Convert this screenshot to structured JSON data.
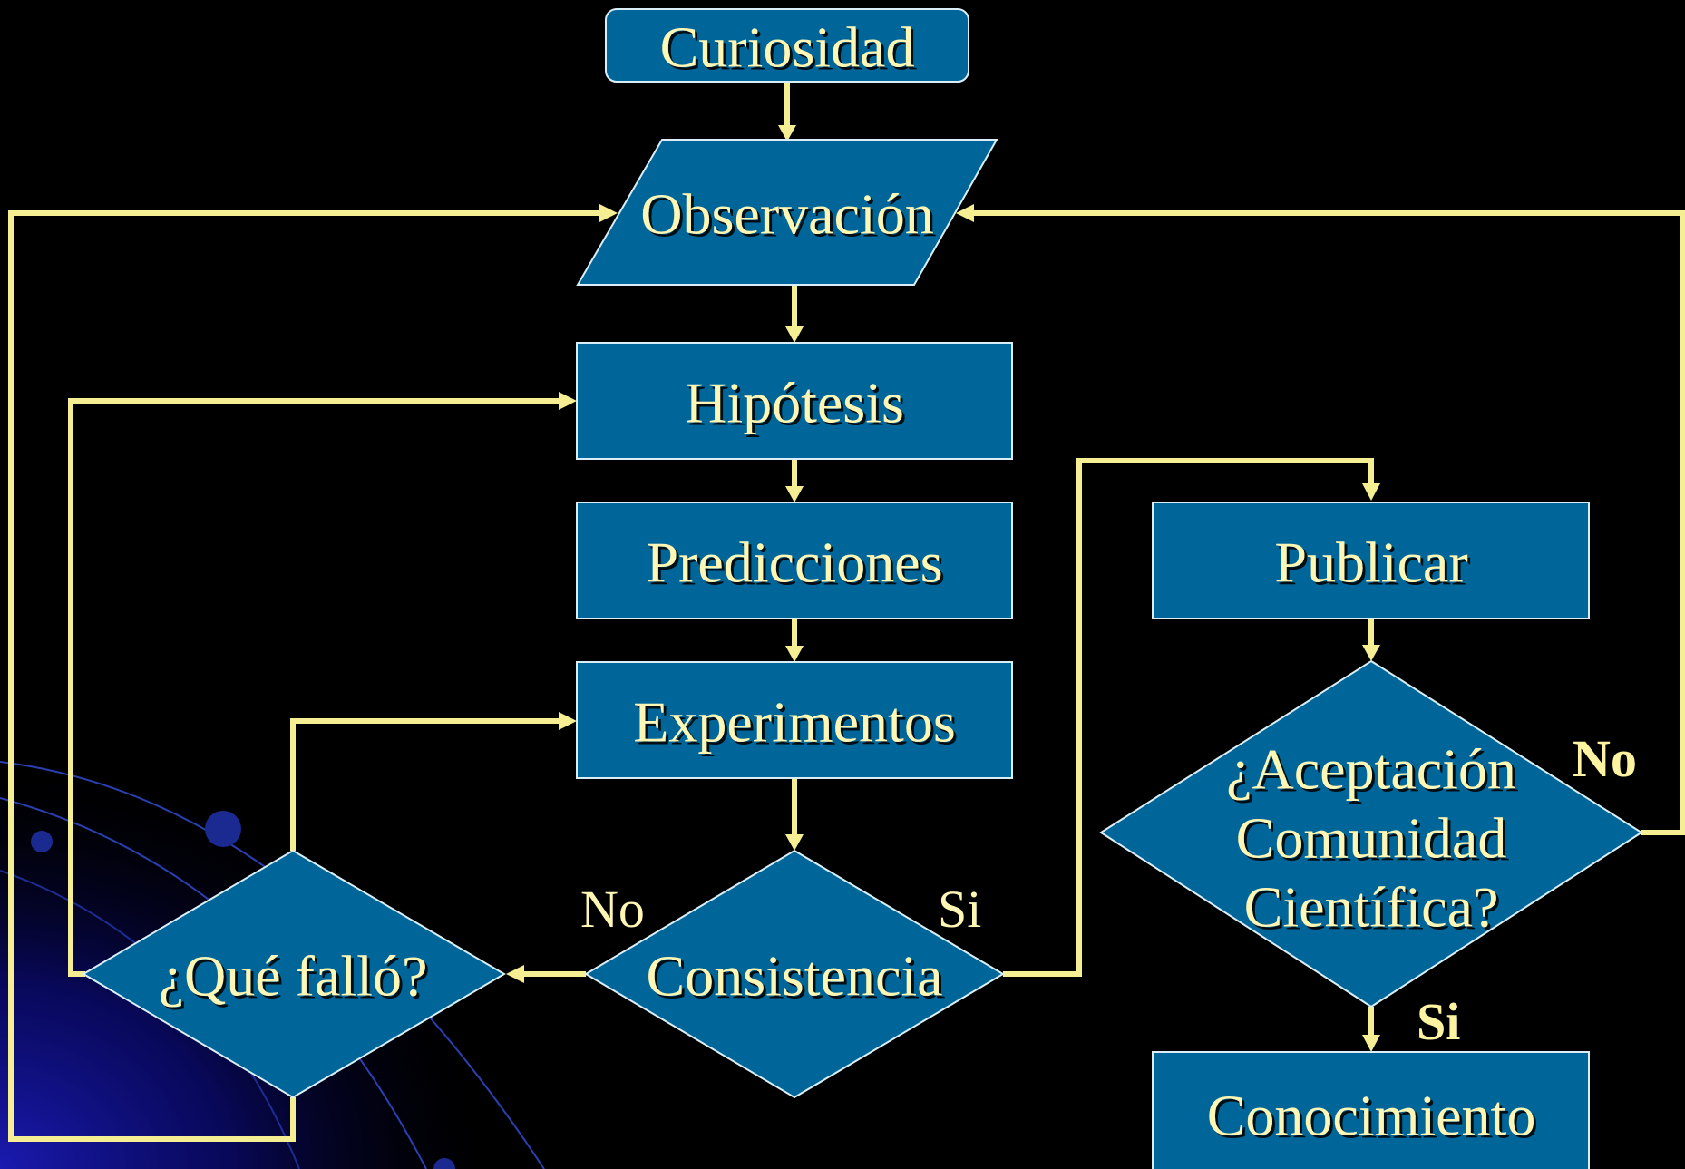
{
  "nodes": {
    "curiosidad": "Curiosidad",
    "observacion": "Observación",
    "hipotesis": "Hipótesis",
    "predicciones": "Predicciones",
    "experimentos": "Experimentos",
    "consistencia": "Consistencia",
    "que_fallo": "¿Qué falló?",
    "publicar": "Publicar",
    "aceptacion": [
      "¿Aceptación",
      "Comunidad",
      "Científica?"
    ],
    "conocimiento": "Conocimiento"
  },
  "labels": {
    "consistencia_no": "No",
    "consistencia_si": "Si",
    "aceptacion_no": "No",
    "aceptacion_si": "Si"
  },
  "colors": {
    "background": "#000000",
    "node_fill": "#006699",
    "connector": "#f6ee93",
    "text": "#fdf6b4"
  }
}
